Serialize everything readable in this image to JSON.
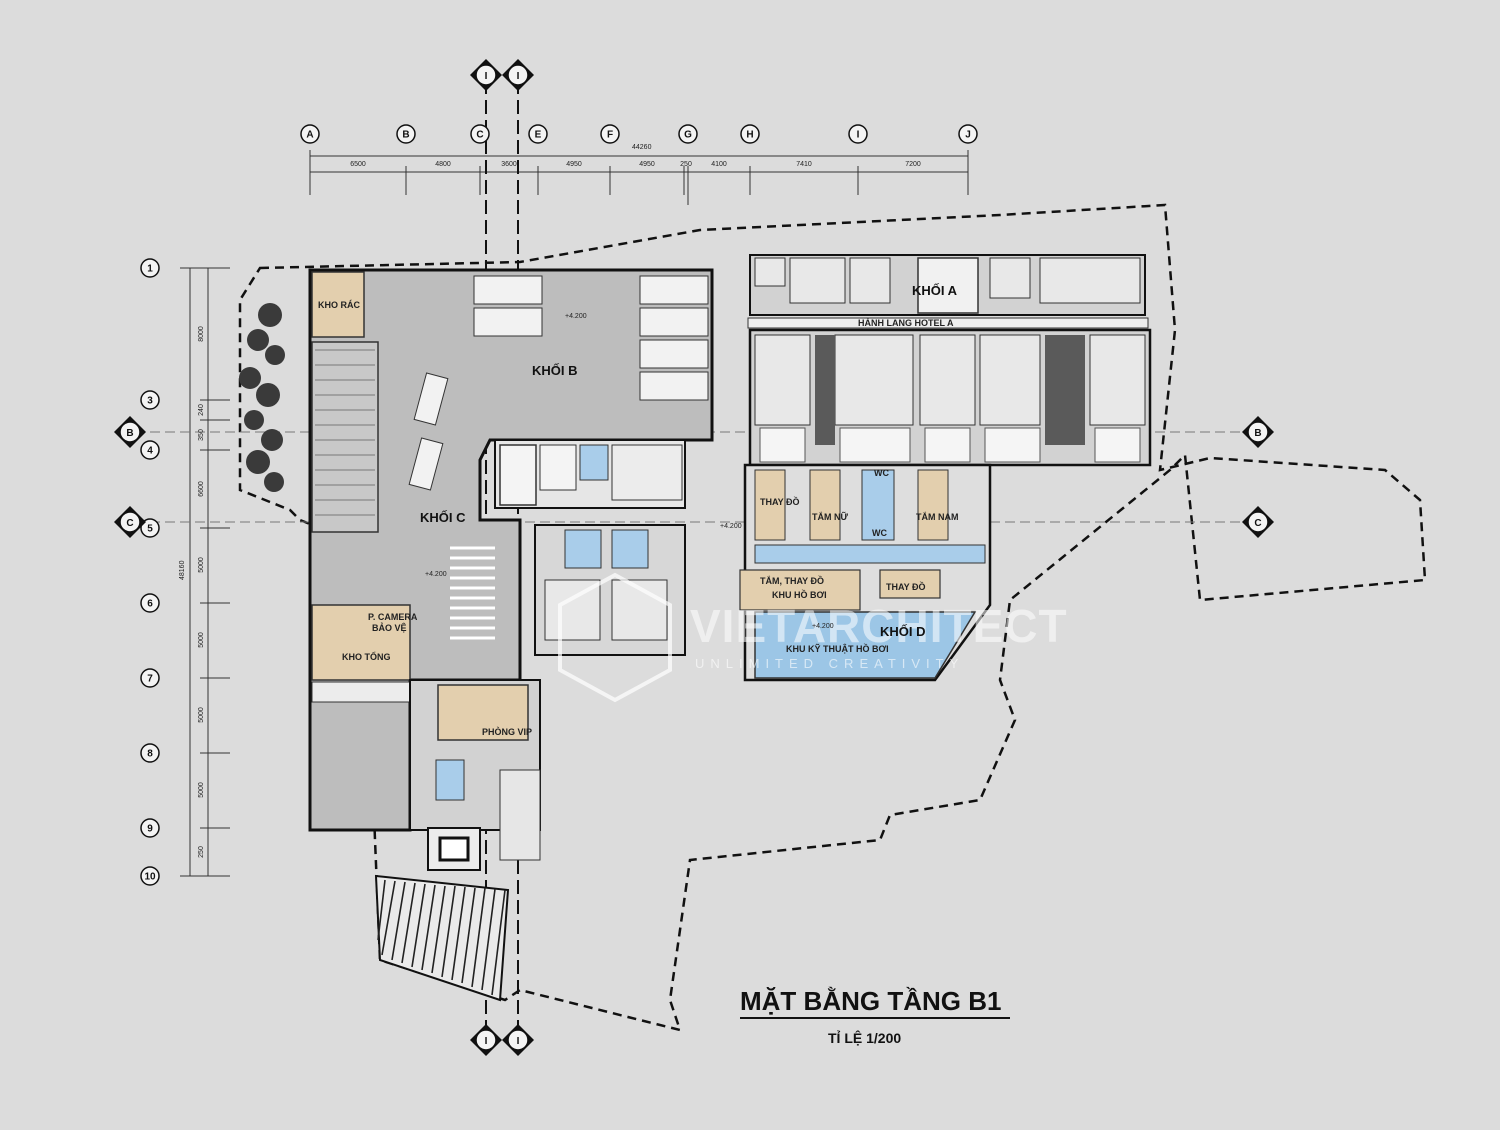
{
  "title": "MẶT BẰNG TẦNG B1",
  "scale": "TỈ LỆ 1/200",
  "watermark": {
    "name": "VIETARCHITECT",
    "tagline": "UNLIMITED CREATIVITY"
  },
  "grid_columns": [
    {
      "id": "A"
    },
    {
      "id": "B"
    },
    {
      "id": "C"
    },
    {
      "id": "E"
    },
    {
      "id": "F"
    },
    {
      "id": "G"
    },
    {
      "id": "H"
    },
    {
      "id": "I"
    },
    {
      "id": "J"
    }
  ],
  "column_dimensions": [
    "6500",
    "4800",
    "3600",
    "4950",
    "4950",
    "250",
    "4100",
    "7410",
    "7200"
  ],
  "total_width": "44260",
  "grid_rows": [
    {
      "id": "1"
    },
    {
      "id": "3"
    },
    {
      "id": "4"
    },
    {
      "id": "5"
    },
    {
      "id": "6"
    },
    {
      "id": "7"
    },
    {
      "id": "8"
    },
    {
      "id": "9"
    },
    {
      "id": "10"
    }
  ],
  "row_dimensions": [
    "8000",
    "240",
    "350",
    "6600",
    "5000",
    "5000",
    "5000",
    "5000",
    "250"
  ],
  "total_height": "48160",
  "section_markers": [
    {
      "label": "B"
    },
    {
      "label": "B"
    },
    {
      "label": "C"
    },
    {
      "label": "C"
    },
    {
      "label": "I"
    },
    {
      "label": "I"
    },
    {
      "label": "I"
    },
    {
      "label": "I"
    }
  ],
  "blocks": [
    {
      "label": "KHỐI A"
    },
    {
      "label": "KHỐI B"
    },
    {
      "label": "KHỐI C"
    },
    {
      "label": "KHỐI D"
    }
  ],
  "rooms": [
    {
      "label": "KHO RÁC"
    },
    {
      "label": "HÀNH LANG HOTEL A"
    },
    {
      "label": "P. CAMERA"
    },
    {
      "label": "BẢO VỆ"
    },
    {
      "label": "KHO TỔNG"
    },
    {
      "label": "THAY ĐỒ"
    },
    {
      "label": "TẮM NỮ"
    },
    {
      "label": "WC"
    },
    {
      "label": "WC"
    },
    {
      "label": "TẮM NAM"
    },
    {
      "label": "TẮM, THAY ĐỒ"
    },
    {
      "label": "KHU HỒ BƠI"
    },
    {
      "label": "THAY ĐỒ"
    },
    {
      "label": "KHU KỸ THUẬT HỒ BƠI"
    },
    {
      "label": "PHÒNG VIP"
    }
  ],
  "levels": [
    {
      "label": "+4.200"
    },
    {
      "label": "+4.200"
    },
    {
      "label": "+4.200"
    },
    {
      "label": "+4.200"
    }
  ],
  "colors": {
    "background": "#dcdcdc",
    "parking": "#b9b9b9",
    "service_room": "#e3cfae",
    "pool": "#9cc6e6",
    "wet_room": "#a9cdea"
  }
}
